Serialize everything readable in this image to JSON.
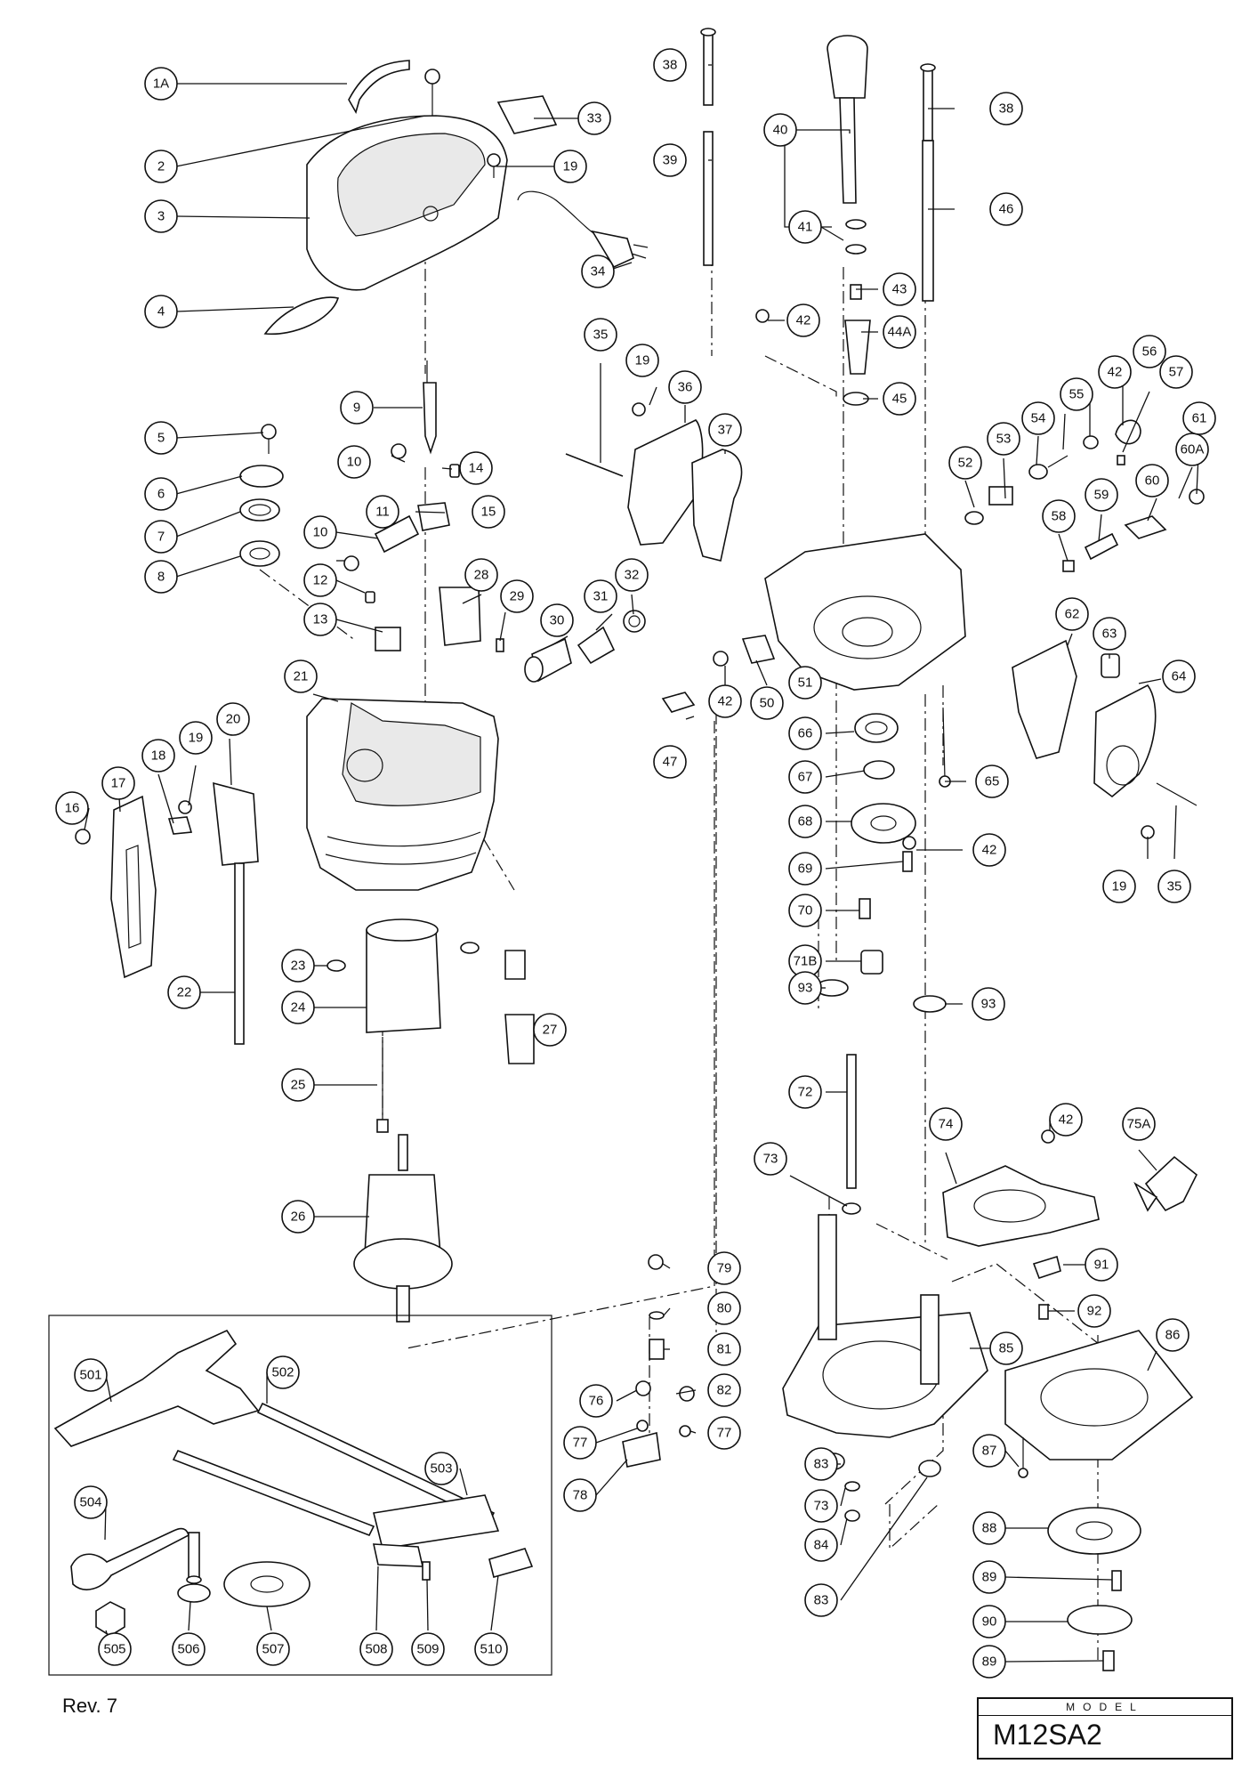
{
  "footer": {
    "revision": "Rev. 7"
  },
  "title_block": {
    "caption": "MODEL",
    "model": "M12SA2"
  },
  "callouts": [
    "1A",
    "2",
    "3",
    "4",
    "5",
    "6",
    "7",
    "8",
    "9",
    "10",
    "10",
    "11",
    "12",
    "13",
    "14",
    "15",
    "16",
    "17",
    "18",
    "19",
    "19",
    "19",
    "19",
    "20",
    "21",
    "22",
    "23",
    "24",
    "25",
    "26",
    "27",
    "28",
    "29",
    "30",
    "31",
    "32",
    "33",
    "34",
    "35",
    "35",
    "36",
    "37",
    "38",
    "38",
    "39",
    "40",
    "41",
    "42",
    "42",
    "42",
    "42",
    "42",
    "43",
    "44A",
    "45",
    "46",
    "47",
    "50",
    "51",
    "52",
    "53",
    "54",
    "55",
    "56",
    "57",
    "58",
    "59",
    "60",
    "60A",
    "61",
    "62",
    "63",
    "64",
    "65",
    "66",
    "67",
    "68",
    "69",
    "70",
    "71B",
    "72",
    "73",
    "73",
    "74",
    "75A",
    "76",
    "77",
    "77",
    "78",
    "79",
    "80",
    "81",
    "82",
    "83",
    "83",
    "84",
    "85",
    "86",
    "87",
    "88",
    "89",
    "89",
    "90",
    "91",
    "92",
    "93",
    "93",
    "501",
    "502",
    "503",
    "504",
    "505",
    "506",
    "507",
    "508",
    "509",
    "510"
  ]
}
